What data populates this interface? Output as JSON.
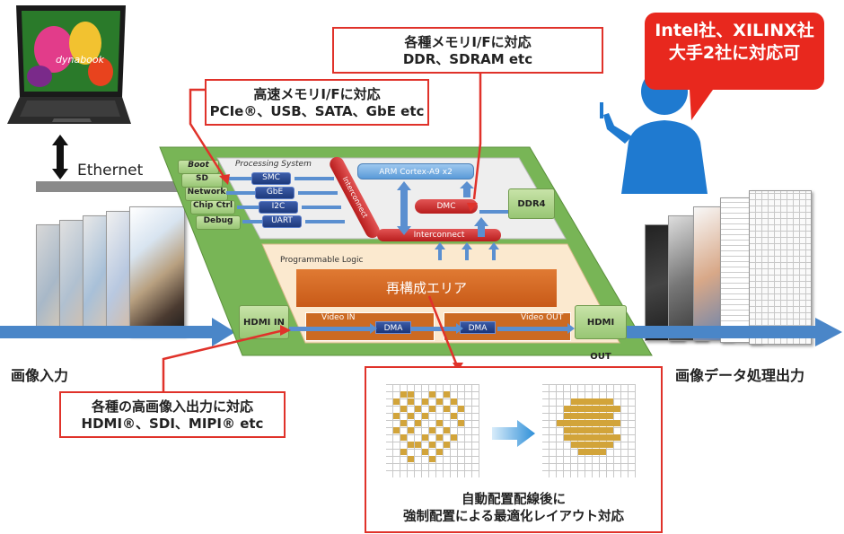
{
  "bubble": {
    "line1": "Intel社、XILINX社",
    "line2": "大手2社に対応可"
  },
  "callouts": {
    "memory": {
      "line1": "各種メモリI/Fに対応",
      "line2": "DDR、SDRAM etc"
    },
    "highspeed": {
      "line1": "高速メモリI/Fに対応",
      "line2": "PCIe®、USB、SATA、GbE etc"
    },
    "video": {
      "line1": "各種の高画像入出力に対応",
      "line2": "HDMI®、SDI、MIPI® etc"
    },
    "layout": {
      "line1": "自動配置配線後に",
      "line2": "強制配置による最適化レイアウト対応"
    }
  },
  "labels": {
    "ethernet": "Ethernet",
    "input": "画像入力",
    "output": "画像データ処理出力",
    "laptop_brand": "dynabook"
  },
  "soc": {
    "processing_system": "Processing System",
    "programmable_logic": "Programmable Logic",
    "reconfig_area": "再構成エリア",
    "left_blocks": [
      "Boot",
      "SD",
      "Network",
      "Chip Ctrl",
      "Debug"
    ],
    "ps_blocks": [
      "SMC",
      "GbE",
      "I2C",
      "UART"
    ],
    "cpu": "ARM Cortex-A9 x2",
    "dmc": "DMC",
    "interconnect": "Interconnect",
    "ddr": "DDR4",
    "hdmi_in": "HDMI IN",
    "hdmi_out": "HDMI OUT",
    "video_in": "Video IN",
    "video_out": "Video OUT",
    "dma": "DMA"
  },
  "colors": {
    "accent_red": "#e0322a",
    "board_green": "#78b556",
    "pl_orange": "#d2691e",
    "arrow_blue": "#4a86c8"
  }
}
